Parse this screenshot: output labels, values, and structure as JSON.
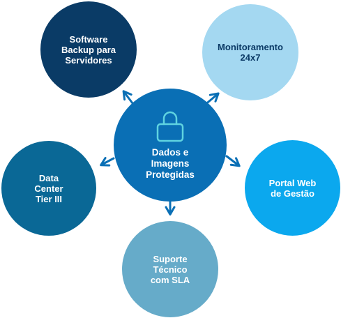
{
  "colors": {
    "center": "#0a6fb5",
    "software": "#0a3b66",
    "monitoring": "#a4d8f1",
    "data_center": "#0a6896",
    "portal": "#0ba8ee",
    "support": "#66abc9",
    "arrow": "#0a6fb5",
    "lock_icon": "#5fd3e0"
  },
  "center": {
    "icon": "lock-icon",
    "label": "Dados e\nImagens\nProtegidas"
  },
  "nodes": {
    "software": {
      "label": "Software\nBackup para\nServidores"
    },
    "monitoring": {
      "label": "Monitoramento\n24x7"
    },
    "data_center": {
      "label": "Data\nCenter\nTier III"
    },
    "portal": {
      "label": "Portal Web\nde Gestão"
    },
    "support": {
      "label": "Suporte\nTécnico\ncom SLA"
    }
  }
}
